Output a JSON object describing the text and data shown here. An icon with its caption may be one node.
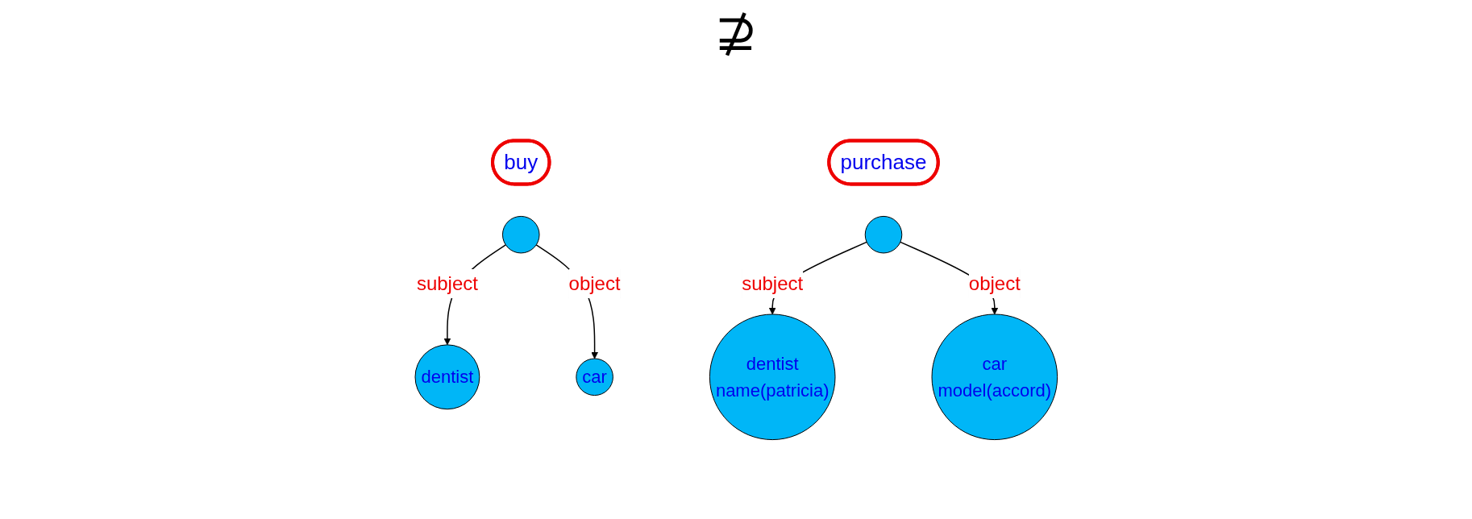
{
  "diagram": {
    "nodes": [
      {
        "text": [
          "buy"
        ]
      },
      {
        "text": [],
        "shape": "circle"
      },
      {
        "text": [
          "dentist"
        ]
      },
      {
        "text": [
          "car"
        ]
      },
      {
        "text": [
          "purchase"
        ]
      },
      {
        "text": [],
        "shape": "circle"
      },
      {
        "text": [
          "dentist",
          "name(patricia)"
        ]
      },
      {
        "text": [
          "car",
          "model(accord)"
        ]
      }
    ],
    "edges": [
      {
        "from": 1,
        "to": 2,
        "arrow": "to",
        "label": "subject"
      },
      {
        "from": 1,
        "to": 3,
        "arrow": "to",
        "label": "object"
      },
      {
        "from": 5,
        "to": 6,
        "arrow": "to",
        "label": "subject"
      },
      {
        "from": 5,
        "to": 7,
        "arrow": "to",
        "label": "object"
      }
    ],
    "labels": [
      "⊉"
    ]
  }
}
